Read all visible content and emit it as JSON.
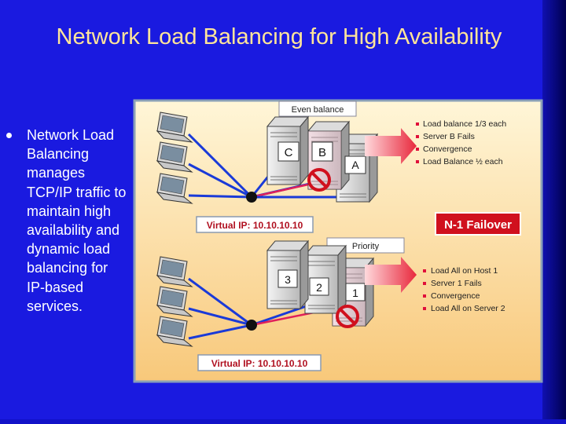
{
  "slide": {
    "title": "Network Load Balancing for High Availability",
    "bullet": "Network Load Balancing manages TCP/IP traffic to maintain high availability and dynamic load balancing for IP-based services."
  },
  "diagram": {
    "top": {
      "label": "Even balance",
      "servers": [
        "C",
        "B",
        "A"
      ],
      "virtual_ip": "Virtual IP: 10.10.10.10",
      "steps": [
        "Load balance 1/3 each",
        "Server B Fails",
        "Convergence",
        "Load Balance ½ each"
      ]
    },
    "failover": "N-1 Failover",
    "bottom": {
      "label": "Priority",
      "servers": [
        "3",
        "2",
        "1"
      ],
      "virtual_ip": "Virtual IP: 10.10.10.10",
      "steps": [
        "Load All on Host 1",
        "Server 1 Fails",
        "Convergence",
        "Load All on Server 2"
      ]
    }
  }
}
